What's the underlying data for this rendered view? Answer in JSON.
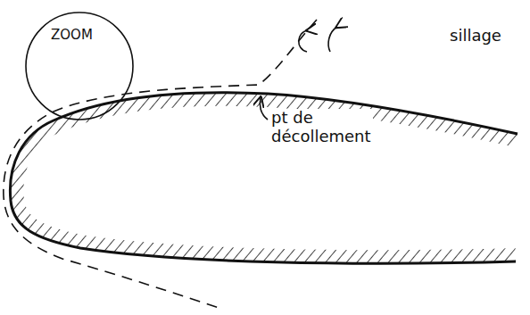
{
  "diagram": {
    "nodes": [
      {
        "text": [
          "ZOOM"
        ]
      }
    ],
    "labels": [
      "pt de décollement",
      "sillage"
    ]
  }
}
